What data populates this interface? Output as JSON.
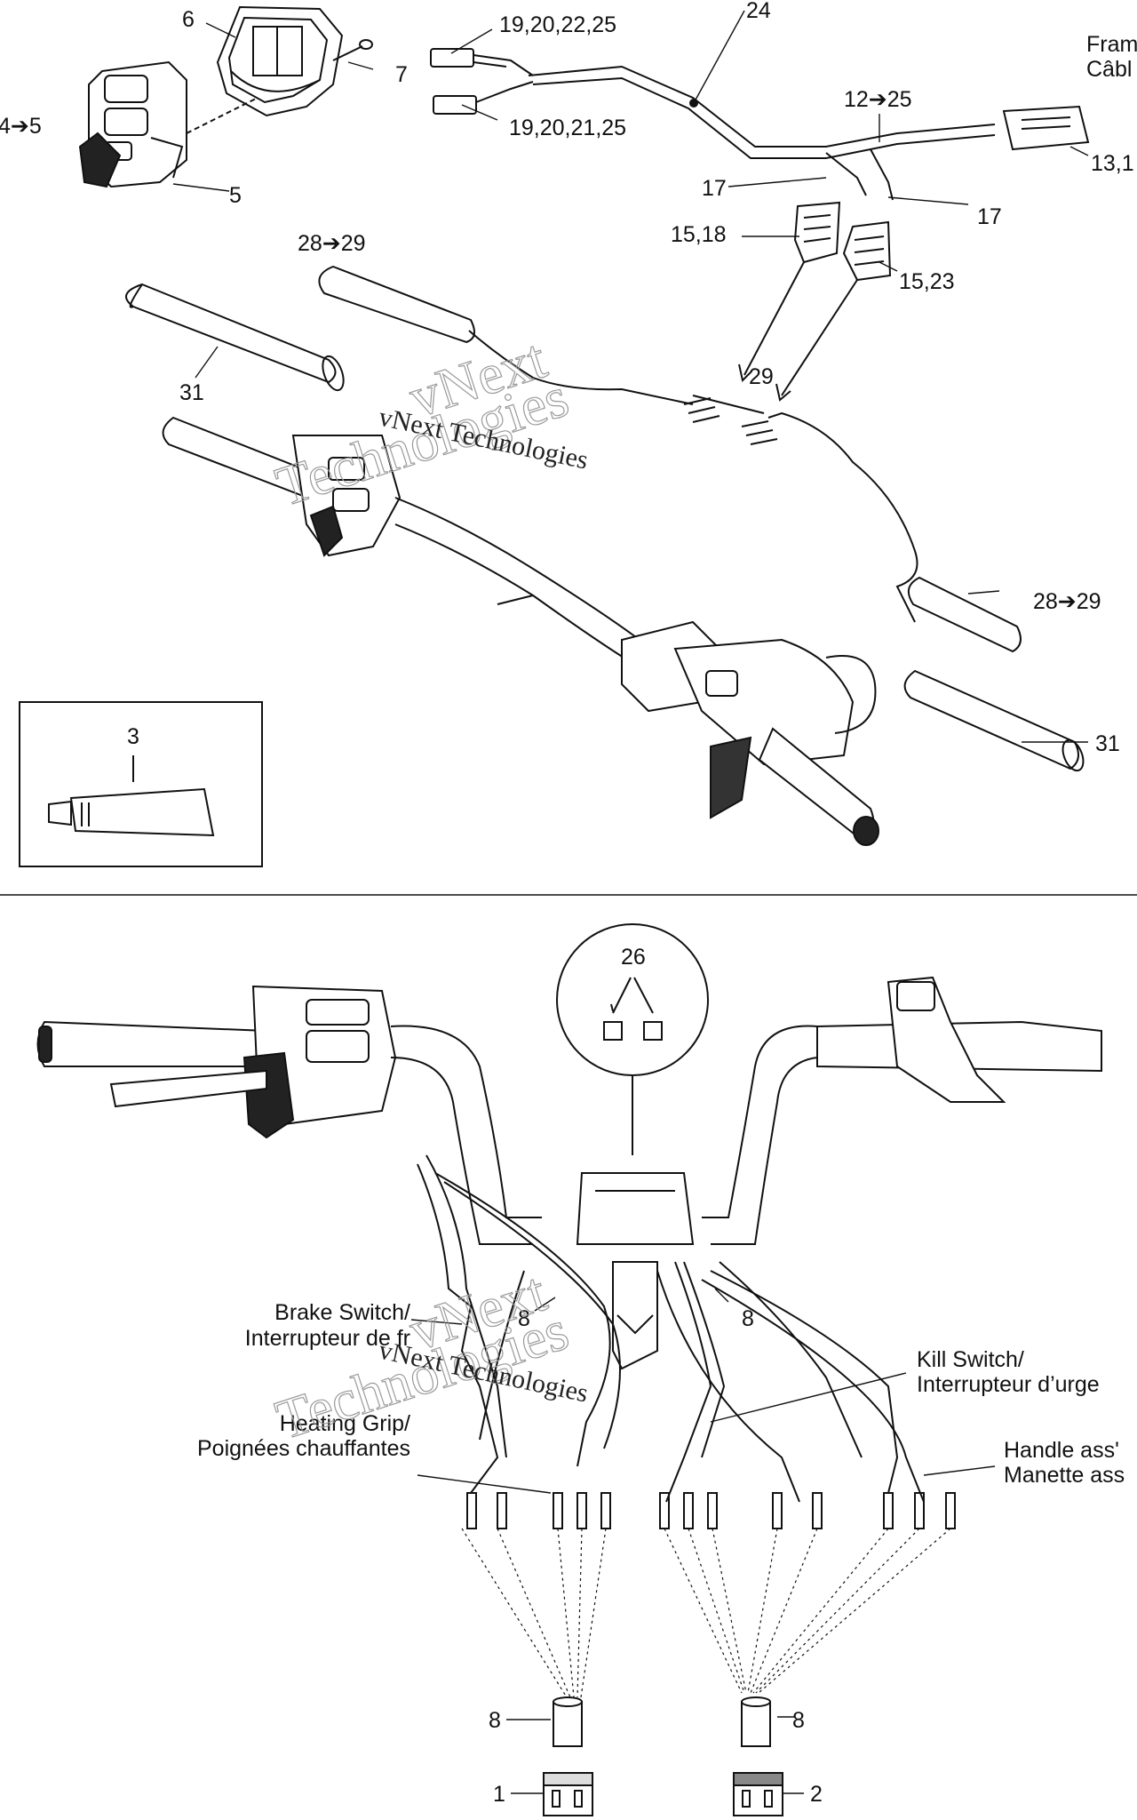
{
  "watermark": {
    "big_line_1": "vNext",
    "big_line_2": "Technologies",
    "small": "vNext Technologies"
  },
  "labels": {
    "top": {
      "p6": "6",
      "p7": "7",
      "p4_5": "4➔5",
      "p5": "5",
      "p19_20_22_25": "19,20,22,25",
      "p19_20_21_25": "19,20,21,25",
      "p24": "24",
      "frame_en": "Fram",
      "frame_fr": "Câbl",
      "p12_25": "12➔25",
      "p13": "13,1",
      "p17a": "17",
      "p17b": "17",
      "p15_18": "15,18",
      "p15_23": "15,23",
      "p28_29a": "28➔29",
      "p28_29b": "28➔29",
      "p29": "29",
      "p31a": "31",
      "p31b": "31",
      "p3": "3"
    },
    "bottom": {
      "p26": "26",
      "p8a": "8",
      "p8b": "8",
      "p8c": "8",
      "p8d": "8",
      "p1": "1",
      "p2": "2",
      "brake_en": "Brake Switch/",
      "brake_fr": "Interrupteur de fr",
      "heating_en": "Heating Grip/",
      "heating_fr": "Poignées chauffantes",
      "kill_en": "Kill Switch/",
      "kill_fr": "Interrupteur d’urge",
      "handle_en": "Handle ass'",
      "handle_fr": "Manette ass"
    }
  }
}
